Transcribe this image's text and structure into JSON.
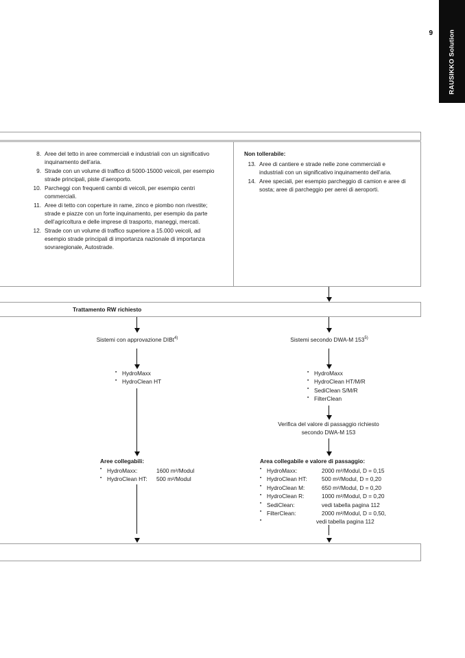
{
  "page": {
    "number": "9",
    "side_tab_label": "RAUSIKKO Solution"
  },
  "criteria_box": {
    "left_column": {
      "items": [
        {
          "num": "8.",
          "text": "Aree del tetto in aree commerciali e industriali con un significativo inquinamento dell’aria."
        },
        {
          "num": "9.",
          "text": "Strade con un volume di traffico di 5000-15000 veicoli, per esempio strade principali, piste d’aeroporto."
        },
        {
          "num": "10.",
          "text": "Parcheggi con frequenti cambi di veicoli, per esempio centri commerciali."
        },
        {
          "num": "11.",
          "text": "Aree di tetto con coperture in rame, zinco e piombo non rivestite; strade e piazze con un forte inquinamento, per esempio da parte dell’agricoltura e delle imprese di trasporto, maneggi, mercati."
        },
        {
          "num": "12.",
          "text": "Strade con un volume di traffico superiore a 15.000 veicoli, ad esempio strade principali di importanza nazionale di importanza sovraregionale, Autostrade."
        }
      ]
    },
    "right_column": {
      "heading": "Non tollerabile:",
      "items": [
        {
          "num": "13.",
          "text": "Aree di cantiere e strade nelle zone commerciali e industriali con un significativo inquinamento dell’aria."
        },
        {
          "num": "14.",
          "text": "Aree speciali, per esempio parcheggio di camion e aree di sosta; aree di parcheggio per aerei di aeroporti."
        }
      ]
    }
  },
  "rw_bar": {
    "label": "Trattamento RW richiesto"
  },
  "branch_left": {
    "title": "Sistemi con approvazione DIBt",
    "title_sup": "4)",
    "systems": [
      "HydroMaxx",
      "HydroClean HT"
    ],
    "result_heading": "Aree collegabili:",
    "result_rows": [
      {
        "label": "HydroMaxx:",
        "value": "1600 m²/Modul"
      },
      {
        "label": "HydroClean HT:",
        "value": "500 m²/Modul"
      }
    ]
  },
  "branch_right": {
    "title": "Sistemi secondo DWA-M 153",
    "title_sup": "5)",
    "systems": [
      "HydroMaxx",
      "HydroClean HT/M/R",
      "SediClean S/M/R",
      "FilterClean"
    ],
    "check_line1": "Verifica del valore di passaggio richiesto",
    "check_line2": "secondo DWA-M 153",
    "result_heading": "Area collegabile e valore di passaggio:",
    "result_rows": [
      {
        "label": "HydroMaxx:",
        "value": "2000 m²/Modul, D = 0,15",
        "cont": ""
      },
      {
        "label": "HydroClean HT:",
        "value": "500 m²/Modul, D = 0,20",
        "cont": ""
      },
      {
        "label": "HydroClean M:",
        "value": "650 m²/Modul, D = 0,20",
        "cont": ""
      },
      {
        "label": "HydroClean R:",
        "value": "1000 m²/Modul, D = 0,20",
        "cont": ""
      },
      {
        "label": "SediClean:",
        "value": "vedi tabella pagina 112",
        "cont": ""
      },
      {
        "label": "FilterClean:",
        "value": "2000 m²/Modul, D = 0,50,",
        "cont": "vedi tabella pagina 112"
      }
    ]
  }
}
